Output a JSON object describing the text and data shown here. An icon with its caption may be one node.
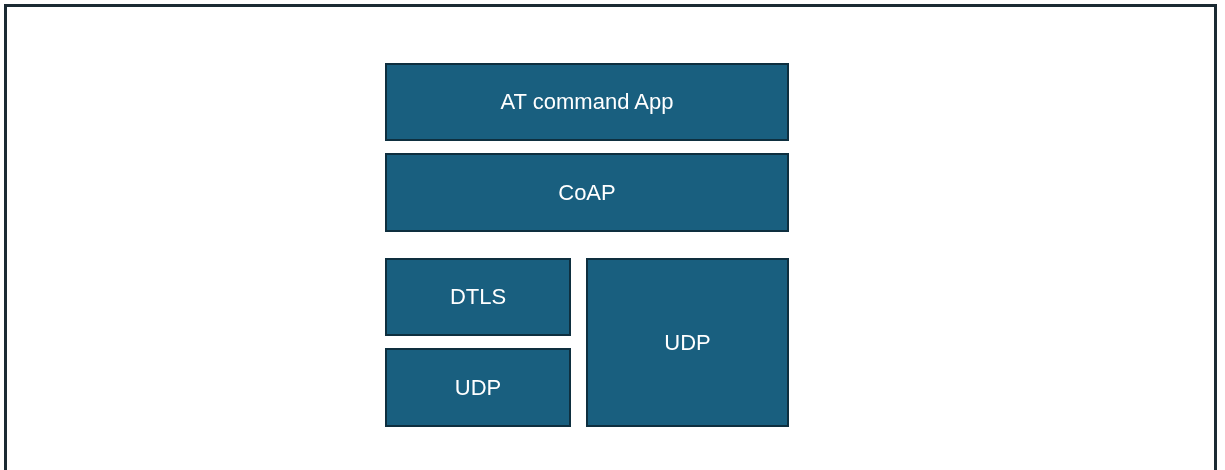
{
  "diagram": {
    "nodes": [
      {
        "text": [
          "AT command App"
        ]
      },
      {
        "text": [
          "CoAP"
        ]
      },
      {
        "text": [
          "DTLS"
        ]
      },
      {
        "text": [
          "UDP"
        ]
      },
      {
        "text": [
          "UDP"
        ]
      }
    ]
  }
}
